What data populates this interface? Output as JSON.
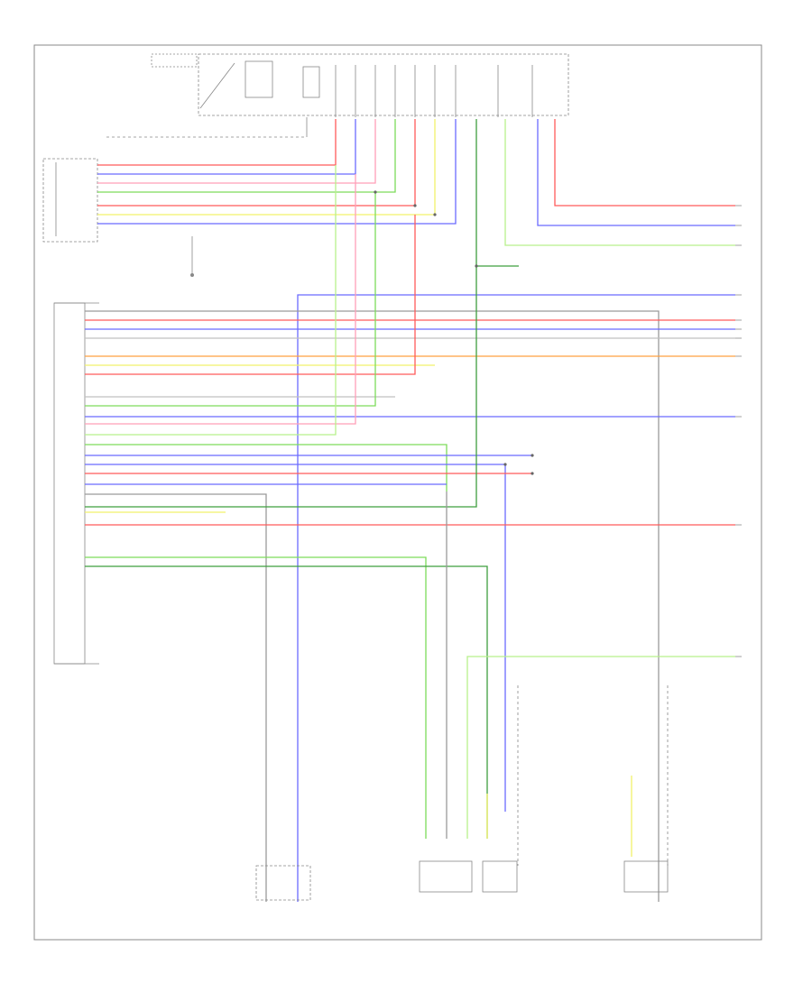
{
  "diagram": {
    "footer_code": "",
    "components": [
      {
        "id": "tcm",
        "label": ""
      },
      {
        "id": "shift-solenoid-connector",
        "label": ""
      },
      {
        "id": "park-neutral-switch",
        "label": ""
      },
      {
        "id": "speed-sensor-left",
        "label": ""
      },
      {
        "id": "speed-sensor-mid",
        "label": ""
      },
      {
        "id": "speed-sensor-right",
        "label": ""
      }
    ],
    "wire_colors": {
      "red": "#ff5a5a",
      "blue": "#6b6bff",
      "green": "#7ddc5a",
      "yellow": "#f2f26a",
      "orange": "#ffa040",
      "pink": "#ff9fb8",
      "gray": "#9a9a9a",
      "darkgreen": "#3f9f3f",
      "lightgreen": "#b8f08c"
    }
  }
}
